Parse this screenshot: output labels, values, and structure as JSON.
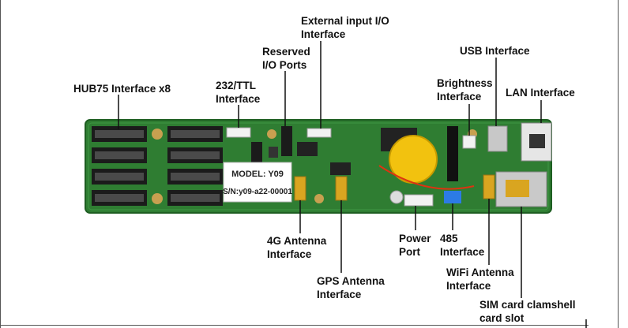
{
  "labels": {
    "hub75": "HUB75 Interface x8",
    "ttl_line1": "232/TTL",
    "ttl_line2": "Interface",
    "reserved_line1": "Reserved",
    "reserved_line2": "I/O Ports",
    "external_line1": "External input I/O",
    "external_line2": "Interface",
    "usb": "USB Interface",
    "brightness_line1": "Brightness",
    "brightness_line2": "Interface",
    "lan": "LAN Interface",
    "antenna4g_line1": "4G Antenna",
    "antenna4g_line2": "Interface",
    "gps_line1": "GPS Antenna",
    "gps_line2": "Interface",
    "power_line1": "Power",
    "power_line2": "Port",
    "rs485_line1": "485",
    "rs485_line2": "Interface",
    "wifi_line1": "WiFi Antenna",
    "wifi_line2": "Interface",
    "sim_line1": "SIM card clamshell",
    "sim_line2": "card slot"
  },
  "board_sticker": {
    "model": "MODEL:  Y09",
    "serial": "S/N:y09-a22-00001"
  },
  "colors": {
    "pcb": "#2f7d32",
    "pcb_dark": "#1e5e22",
    "connector": "#1b1b1b",
    "antenna_gold": "#d9a520",
    "battery": "#f2c20f",
    "rs485_blue": "#2c7be5",
    "label_text": "#111111"
  }
}
